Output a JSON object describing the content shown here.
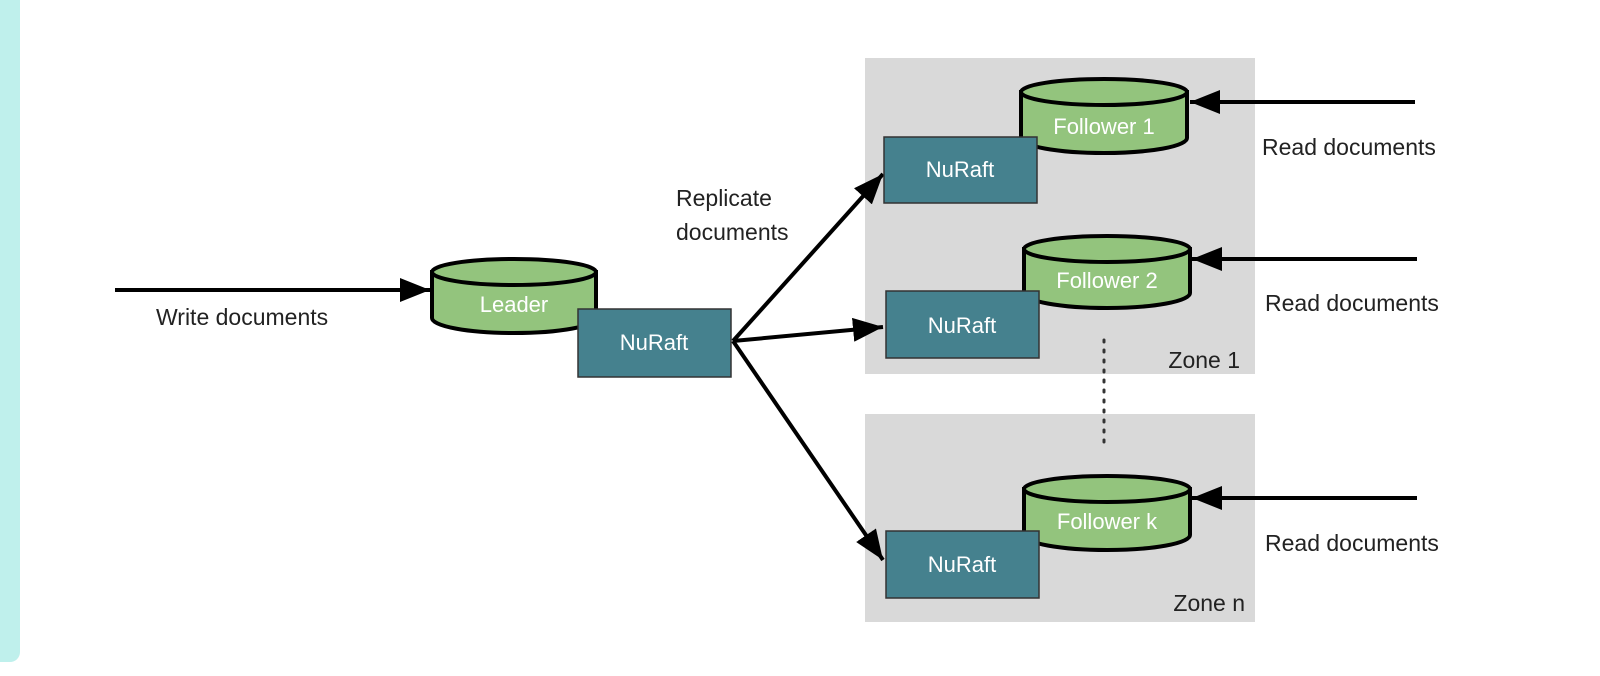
{
  "colors": {
    "accent": "#bff0ec",
    "zone_bg": "#d9d9d9",
    "db_fill": "#93c47d",
    "nuraft_fill": "#45818e",
    "arrow": "#000000"
  },
  "leader": {
    "db_label": "Leader",
    "nuraft_label": "NuRaft"
  },
  "write_label": "Write documents",
  "replicate_label": [
    "Replicate",
    "documents"
  ],
  "zones": [
    {
      "name": "Zone 1",
      "followers": [
        {
          "db_label": "Follower 1",
          "nuraft_label": "NuRaft",
          "read_label": "Read documents"
        },
        {
          "db_label": "Follower 2",
          "nuraft_label": "NuRaft",
          "read_label": "Read documents"
        }
      ]
    },
    {
      "name": "Zone n",
      "followers": [
        {
          "db_label": "Follower k",
          "nuraft_label": "NuRaft",
          "read_label": "Read documents"
        }
      ]
    }
  ]
}
